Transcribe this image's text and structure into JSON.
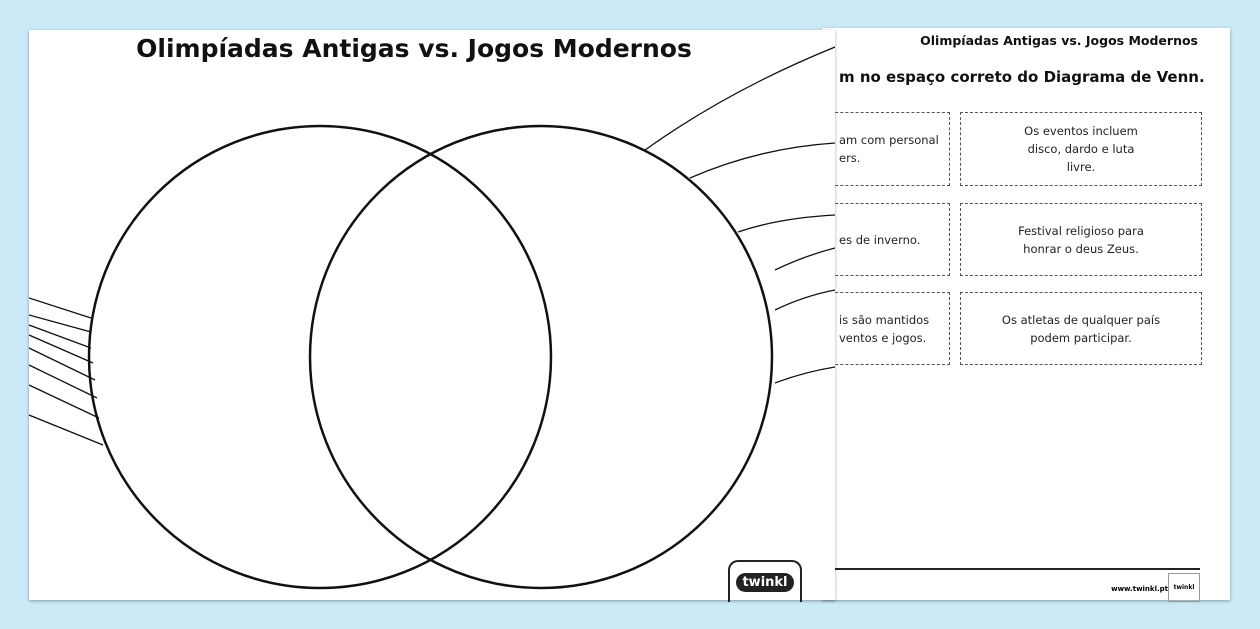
{
  "worksheet_right": {
    "title": "Olimpíadas Antigas vs. Jogos Modernos",
    "instruction": "m no espaço correto do Diagrama de Venn.",
    "cards": [
      {
        "text": "am com personal\ners."
      },
      {
        "text": "Os eventos incluem\ndisco, dardo e luta\nlivre."
      },
      {
        "text": "es de inverno."
      },
      {
        "text": "Festival religioso para\nhonrar o deus Zeus."
      },
      {
        "text": "is são mantidos\nventos e jogos."
      },
      {
        "text": "Os atletas de qualquer país\npodem participar."
      }
    ],
    "footer_url": "www.twinkl.pt",
    "logo": "twinkl"
  },
  "worksheet_left": {
    "title": "Olimpíadas Antigas vs. Jogos Modernos",
    "logo": "twinkl"
  }
}
